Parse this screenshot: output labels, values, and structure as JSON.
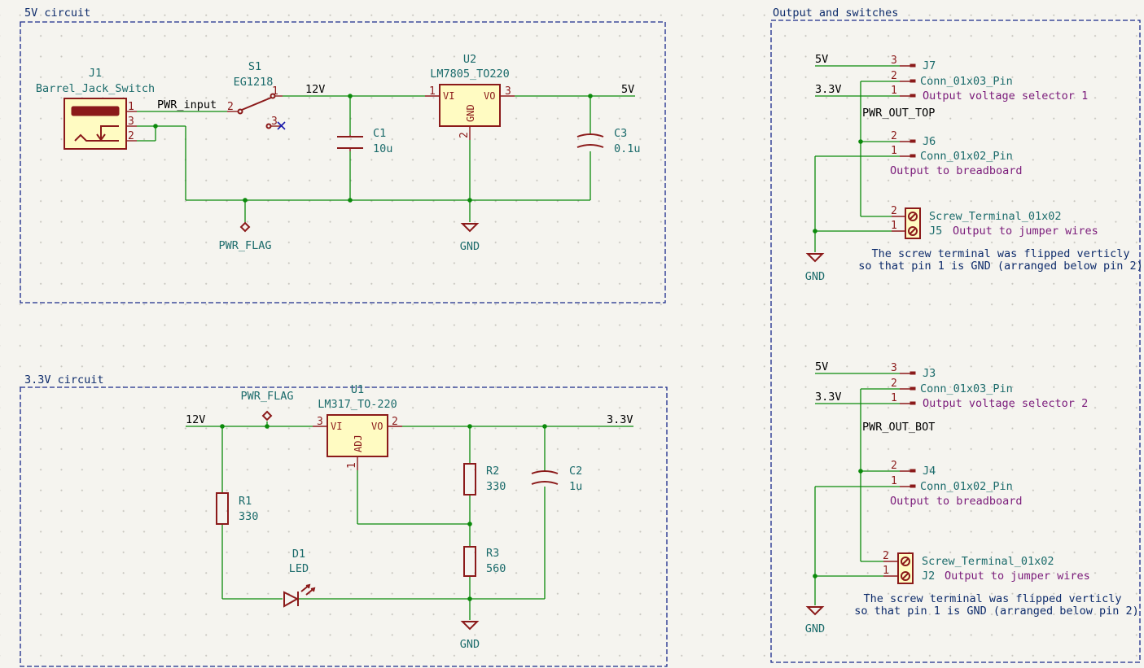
{
  "sheets": {
    "five_v_title": "5V circuit",
    "three_v_title": "3.3V circuit",
    "output_title": "Output and switches"
  },
  "j1": {
    "ref": "J1",
    "value": "Barrel_Jack_Switch",
    "pins": [
      "1",
      "3",
      "2"
    ]
  },
  "s1": {
    "ref": "S1",
    "value": "EG1218",
    "pins": [
      "2",
      "1",
      "3"
    ]
  },
  "u2": {
    "ref": "U2",
    "value": "LM7805_TO220",
    "pin_vi": "VI",
    "pin_vo": "VO",
    "pin_gnd": "GND",
    "pins": [
      "1",
      "3",
      "2"
    ]
  },
  "c1": {
    "ref": "C1",
    "value": "10u"
  },
  "c3": {
    "ref": "C3",
    "value": "0.1u"
  },
  "u1": {
    "ref": "U1",
    "value": "LM317_TO-220",
    "pin_vi": "VI",
    "pin_vo": "VO",
    "pin_adj": "ADJ",
    "pins": [
      "3",
      "2",
      "1"
    ]
  },
  "r1": {
    "ref": "R1",
    "value": "330"
  },
  "r2": {
    "ref": "R2",
    "value": "330"
  },
  "r3": {
    "ref": "R3",
    "value": "560"
  },
  "c2": {
    "ref": "C2",
    "value": "1u"
  },
  "d1": {
    "ref": "D1",
    "value": "LED"
  },
  "nets": {
    "pwr_input": "PWR_input",
    "v12_top": "12V",
    "v5_top": "5V",
    "v12_bottom": "12V",
    "v33_bottom": "3.3V",
    "pwr_flag_top": "PWR_FLAG",
    "pwr_flag_bottom": "PWR_FLAG",
    "gnd_top": "GND",
    "gnd_bottom": "GND"
  },
  "output_top": {
    "net_5v": "5V",
    "net_33v": "3.3V",
    "net_out": "PWR_OUT_TOP",
    "gnd": "GND",
    "j7": {
      "ref": "J7",
      "value": "Conn_01x03_Pin",
      "desc": "Output voltage selector 1",
      "pins": [
        "3",
        "2",
        "1"
      ]
    },
    "j6": {
      "ref": "J6",
      "value": "Conn_01x02_Pin",
      "desc": "Output to breadboard",
      "pins": [
        "2",
        "1"
      ]
    },
    "j5": {
      "value": "Screw_Terminal_01x02",
      "ref": "J5",
      "desc": "Output to jumper wires",
      "pins": [
        "2",
        "1"
      ]
    },
    "note_line1": "The screw terminal was flipped verticly",
    "note_line2": "so that pin 1 is GND (arranged below pin 2)"
  },
  "output_bottom": {
    "net_5v": "5V",
    "net_33v": "3.3V",
    "net_out": "PWR_OUT_BOT",
    "gnd": "GND",
    "j3": {
      "ref": "J3",
      "value": "Conn_01x03_Pin",
      "desc": "Output voltage selector 2",
      "pins": [
        "3",
        "2",
        "1"
      ]
    },
    "j4": {
      "ref": "J4",
      "value": "Conn_01x02_Pin",
      "desc": "Output to breadboard",
      "pins": [
        "2",
        "1"
      ]
    },
    "j2": {
      "value": "Screw_Terminal_01x02",
      "ref": "J2",
      "desc": "Output to jumper wires",
      "pins": [
        "2",
        "1"
      ]
    },
    "note_line1": "The screw terminal was flipped verticly",
    "note_line2": "so that pin 1 is GND (arranged below pin 2)"
  }
}
